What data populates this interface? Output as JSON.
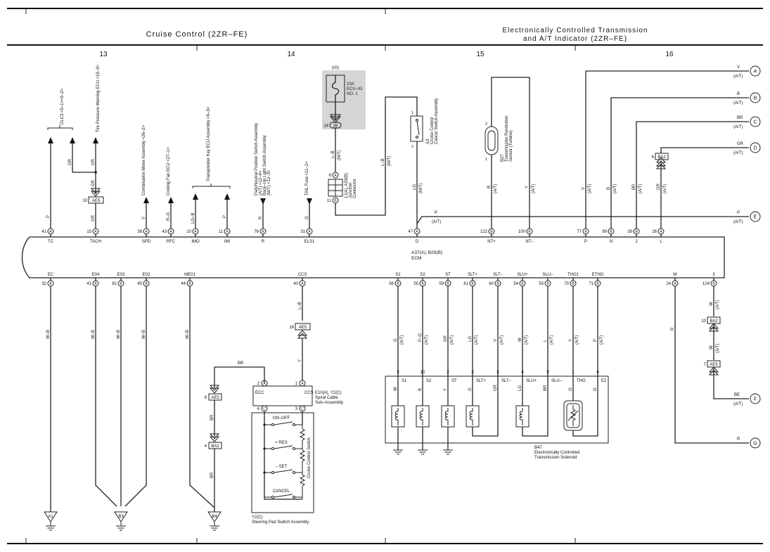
{
  "headers": {
    "left_title": "Cruise Control (2ZR–FE)",
    "right_title_line1": "Electronically Controlled Transmission",
    "right_title_line2": "and A/T Indicator (2ZR–FE)",
    "columns": [
      "13",
      "14",
      "15",
      "16"
    ]
  },
  "fuse": {
    "ig": "(IG)",
    "line1": "10A",
    "line2": "ECU–IG",
    "line3": "NO. 1",
    "pin": "24",
    "conn": "2B"
  },
  "ecm": {
    "line1": "A37(A), B29(B)",
    "line2": "ECM"
  },
  "top_pins": [
    {
      "name": "TC",
      "num": "41",
      "conn": "A",
      "wire": "P"
    },
    {
      "name": "TACH",
      "num": "15",
      "conn": "A",
      "wire": "GR"
    },
    {
      "name": "SPD",
      "num": "38",
      "conn": "A",
      "wire": "V"
    },
    {
      "name": "RFC",
      "num": "43",
      "conn": "A",
      "wire": "R–G"
    },
    {
      "name": "IMO",
      "num": "10",
      "conn": "A",
      "wire": "LG–B"
    },
    {
      "name": "IMI",
      "num": "11",
      "conn": "A",
      "wire": "P"
    },
    {
      "name": "R",
      "num": "76",
      "conn": "B",
      "wire": "R"
    },
    {
      "name": "ELS1",
      "num": "31",
      "conn": "A",
      "wire": "G"
    },
    {
      "name": "D",
      "num": "47",
      "conn": "A",
      "wire": "LG"
    },
    {
      "name": "NT+",
      "num": "122",
      "conn": "B",
      "wire": "B"
    },
    {
      "name": "NT–",
      "num": "100",
      "conn": "B",
      "wire": "Y"
    },
    {
      "name": "P",
      "num": "77",
      "conn": "B",
      "wire": "V"
    },
    {
      "name": "N",
      "num": "99",
      "conn": "B",
      "wire": "B"
    },
    {
      "name": "2",
      "num": "39",
      "conn": "B",
      "wire": "BR"
    },
    {
      "name": "L",
      "num": "26",
      "conn": "A",
      "wire": "GR"
    }
  ],
  "bottom_pins": [
    {
      "name": "EC",
      "num": "32",
      "conn": "A",
      "wire": "W–B"
    },
    {
      "name": "E04",
      "num": "41",
      "conn": "B",
      "wire": "W–B"
    },
    {
      "name": "E03",
      "num": "81",
      "conn": "B",
      "wire": "W–B"
    },
    {
      "name": "E02",
      "num": "45",
      "conn": "B",
      "wire": "W–B"
    },
    {
      "name": "ME01",
      "num": "44",
      "conn": "B",
      "wire": "W–B"
    },
    {
      "name": "CCS",
      "num": "40",
      "conn": "A",
      "wire": "L–B"
    },
    {
      "name": "S1",
      "num": "56",
      "conn": "B",
      "wire": "G"
    },
    {
      "name": "S2",
      "num": "55",
      "conn": "B",
      "wire": "P–G"
    },
    {
      "name": "ST",
      "num": "59",
      "conn": "B",
      "wire": "GR"
    },
    {
      "name": "SLT+",
      "num": "61",
      "conn": "B",
      "wire": "LG"
    },
    {
      "name": "SLT–",
      "num": "60",
      "conn": "B",
      "wire": "V"
    },
    {
      "name": "SLU+",
      "num": "54",
      "conn": "B",
      "wire": "W"
    },
    {
      "name": "SLU–",
      "num": "53",
      "conn": "B",
      "wire": "L"
    },
    {
      "name": "THO1",
      "num": "70",
      "conn": "B",
      "wire": "Y"
    },
    {
      "name": "ETHO",
      "num": "71",
      "conn": "B",
      "wire": "P"
    },
    {
      "name": "W",
      "num": "24",
      "conn": "A",
      "wire": "R"
    },
    {
      "name": "3",
      "num": "124",
      "conn": "B",
      "wire": "W"
    }
  ],
  "components": {
    "dlc3": "DLC3 <9–1><9–2>",
    "tire_pressure": "Tire Pressure Warning ECU <19–3>",
    "combination_meter": "Combination Meter Assembly <26–2>",
    "cooling_fan": "Cooling Fan ECU <27–1>",
    "transponder": "Transponder Key ECU Assembly <9–3>",
    "park_neutral_1": "Park/Neutral Position Switch Assembly",
    "park_neutral_2": "(A/T) <12–4>",
    "back_up": "Back–Up Light Switch Assembly",
    "back_up_2": "(M/T) <12–3>",
    "tail_fuse": "TAIL Fuse <11–2>",
    "jc1": "1J(A), A33(B)",
    "jc2": "Junction",
    "jc3": "Connector",
    "jc_pin_top": "8",
    "jc_pin_top_conn": "A",
    "jc_pin_bot": "11",
    "jc_pin_bot_conn": "B",
    "cancel_sw_1": "A3",
    "cancel_sw_2": "Cruise Control",
    "cancel_sw_3": "Cancel Switch Assembly",
    "cancel_pin1": "1",
    "cancel_pin2": "2",
    "nt_sensor_1": "B27",
    "nt_sensor_2": "Transmission Revolution",
    "nt_sensor_3": "Sensor (Turbine)",
    "nt_pin1": "2",
    "nt_pin2": "1",
    "spiral_1": "E10(A), Y2(C)",
    "spiral_2": "Spiral Cable",
    "spiral_3": "Sub–Assembly",
    "steering_1": "Y2(C)",
    "steering_2": "Steering Pad Switch Assembly",
    "ccs_switch": "Cruise Control Switch",
    "sw_on_off": "ON–OFF",
    "sw_res": "+ RES",
    "sw_set": "– SET",
    "sw_cancel": "CANCEL",
    "ecc": "ECC",
    "ccs": "CCS",
    "solenoid_1": "B47",
    "solenoid_2": "Electronically Controlled",
    "solenoid_3": "Transmission Solenoid",
    "solenoid_pins": [
      {
        "num": "5",
        "name": "S1",
        "wire": "W"
      },
      {
        "num": "10",
        "name": "S2",
        "wire": "B"
      },
      {
        "num": "2",
        "name": "ST",
        "wire": "Y"
      },
      {
        "num": "3",
        "name": "SLT+",
        "wire": "G"
      },
      {
        "num": "8",
        "name": "SLT–",
        "wire": "GR"
      },
      {
        "num": "4",
        "name": "SLU+",
        "wire": "LG"
      },
      {
        "num": "9",
        "name": "SLU–",
        "wire": "BR"
      },
      {
        "num": "1",
        "name": "THO",
        "wire": "O"
      },
      {
        "num": "6",
        "name": "E2",
        "wire": "O"
      }
    ]
  },
  "junction_blocks": {
    "ae5_top": {
      "num": "10",
      "label": "AE5"
    },
    "ae5_ccs": {
      "num": "18",
      "label": "AE5"
    },
    "ae5_me01": {
      "num": "8",
      "label": "AE5"
    },
    "ba2_me01": {
      "num": "4",
      "label": "BA2"
    },
    "ba2_l": {
      "num": "6",
      "label": "BA2"
    },
    "ba2_3": {
      "num": "10",
      "label": "BA2"
    },
    "ae5_3": {
      "num": "7",
      "label": "AE5"
    }
  },
  "grounds": [
    "A1",
    "B3",
    "B4"
  ],
  "wire_labels": {
    "gr": "GR",
    "lb": "L–B",
    "mt": "(M/T)",
    "at": "(A/T)",
    "y": "Y",
    "br": "BR",
    "w": "W",
    "be": "BE",
    "p": "P",
    "lg": "LG"
  },
  "connector_pins": {
    "spiral_a2": "2",
    "spiral_a1": "1",
    "spiral_c4": "4",
    "spiral_c3": "3",
    "conn_a": "A",
    "conn_c": "C"
  },
  "off_page": [
    {
      "letter": "A",
      "wire": "V"
    },
    {
      "letter": "B",
      "wire": "B"
    },
    {
      "letter": "C",
      "wire": "BR"
    },
    {
      "letter": "D",
      "wire": "GR"
    },
    {
      "letter": "E",
      "wire": "P"
    },
    {
      "letter": "F",
      "wire": "BE"
    },
    {
      "letter": "G",
      "wire": "R"
    }
  ]
}
